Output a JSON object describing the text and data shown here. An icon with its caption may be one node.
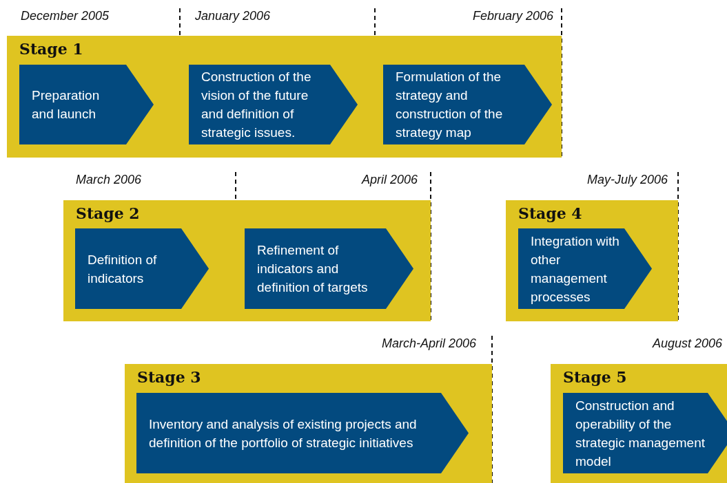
{
  "diagram": {
    "nodes": [
      {
        "text": [
          "Stage 1"
        ]
      },
      {
        "text": [
          "Preparation and launch"
        ],
        "in": 0
      },
      {
        "text": [
          "Construction of the vision of the future and definition of strategic issues."
        ],
        "in": 0
      },
      {
        "text": [
          "Formulation of the strategy and construction of the strategy map"
        ],
        "in": 0
      },
      {
        "text": [
          "Stage 2"
        ]
      },
      {
        "text": [
          "Definition of indicators"
        ],
        "in": 4
      },
      {
        "text": [
          "Refinement of indicators and definition of targets"
        ],
        "in": 4
      },
      {
        "text": [
          "Stage 4"
        ]
      },
      {
        "text": [
          "Integration with other management processes"
        ],
        "in": 7
      },
      {
        "text": [
          "Stage 3"
        ]
      },
      {
        "text": [
          "Inventory and analysis of existing projects and definition of the portfolio of strategic initiatives"
        ],
        "in": 9
      },
      {
        "text": [
          "Stage 5"
        ]
      },
      {
        "text": [
          "Construction and operability of the strategic management model"
        ],
        "in": 11
      }
    ],
    "labels": [
      "December 2005",
      "January 2006",
      "February 2006",
      "March 2006",
      "April 2006",
      "May-July 2006",
      "March-April 2006",
      "August 2006"
    ]
  }
}
